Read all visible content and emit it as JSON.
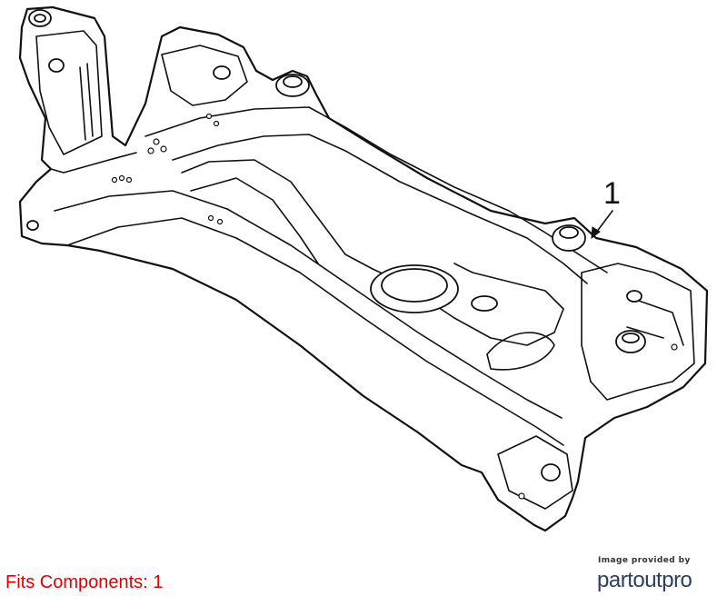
{
  "diagram": {
    "part_callout": "1"
  },
  "footer": {
    "caption": "Fits Components: 1",
    "caption_color": "#e00000"
  },
  "credit": {
    "label": "Image provided by",
    "logo": "partoutpro",
    "logo_color": "#2d3e63"
  }
}
